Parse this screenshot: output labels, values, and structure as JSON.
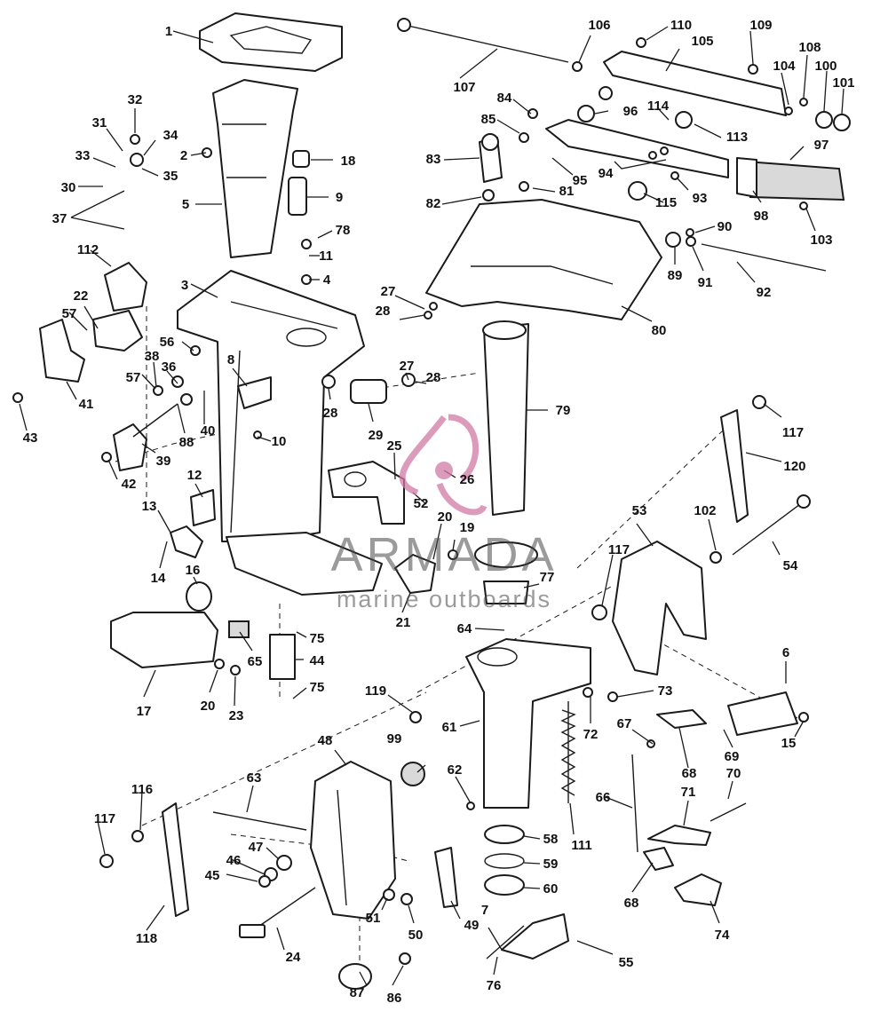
{
  "diagram": {
    "part_numbers": [
      "1",
      "2",
      "3",
      "4",
      "5",
      "6",
      "7",
      "8",
      "9",
      "10",
      "11",
      "12",
      "13",
      "14",
      "15",
      "16",
      "17",
      "18",
      "19",
      "20",
      "20",
      "21",
      "22",
      "23",
      "24",
      "25",
      "26",
      "27",
      "27",
      "28",
      "28",
      "28",
      "29",
      "30",
      "31",
      "32",
      "33",
      "34",
      "35",
      "36",
      "37",
      "38",
      "39",
      "40",
      "41",
      "42",
      "43",
      "44",
      "45",
      "46",
      "47",
      "48",
      "49",
      "50",
      "51",
      "52",
      "53",
      "54",
      "55",
      "56",
      "57",
      "57",
      "58",
      "59",
      "60",
      "61",
      "62",
      "63",
      "64",
      "65",
      "66",
      "67",
      "68",
      "68",
      "69",
      "70",
      "71",
      "72",
      "73",
      "74",
      "75",
      "75",
      "76",
      "77",
      "78",
      "79",
      "80",
      "81",
      "82",
      "83",
      "84",
      "85",
      "86",
      "87",
      "88",
      "89",
      "90",
      "91",
      "92",
      "93",
      "94",
      "95",
      "96",
      "97",
      "98",
      "99",
      "100",
      "101",
      "102",
      "103",
      "104",
      "105",
      "106",
      "107",
      "108",
      "109",
      "110",
      "111",
      "112",
      "113",
      "114",
      "115",
      "116",
      "117",
      "117",
      "117",
      "118",
      "119",
      "120"
    ]
  },
  "watermark": {
    "brand": "ARMADA",
    "tagline": "marine outboards",
    "logo_color": "#d27aa6"
  }
}
